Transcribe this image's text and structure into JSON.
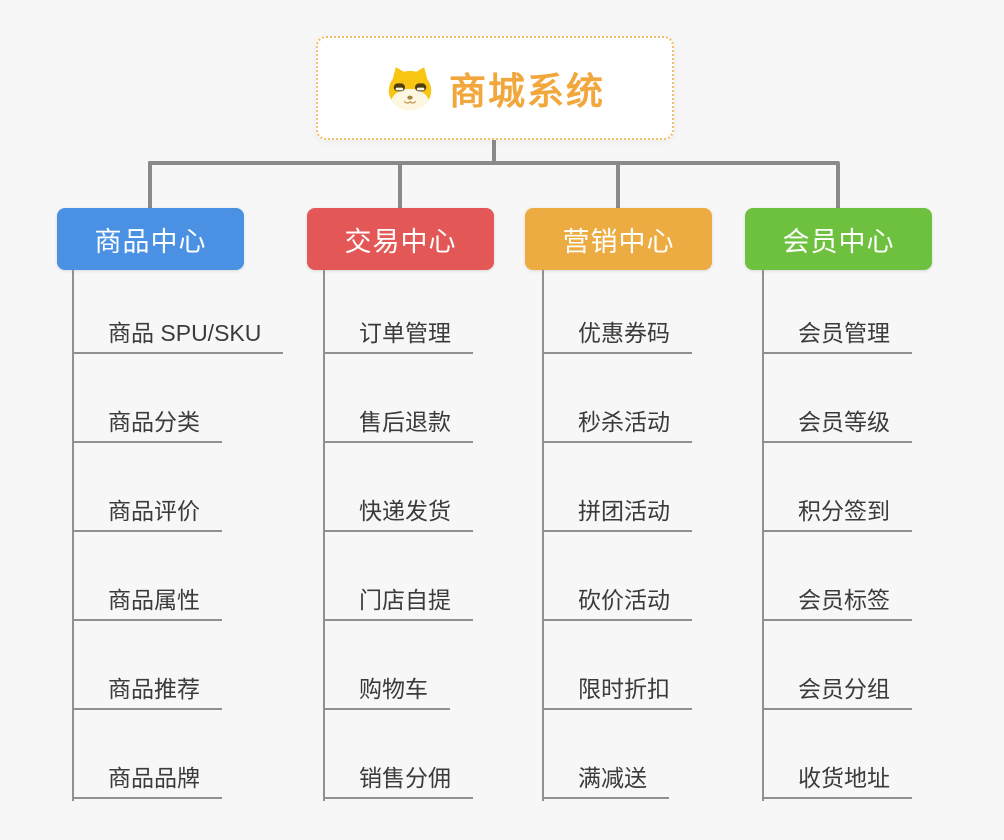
{
  "root": {
    "title": "商城系统",
    "icon": "doge-icon"
  },
  "branches": [
    {
      "label": "商品中心",
      "color": "#4b91e3",
      "items": [
        "商品 SPU/SKU",
        "商品分类",
        "商品评价",
        "商品属性",
        "商品推荐",
        "商品品牌"
      ]
    },
    {
      "label": "交易中心",
      "color": "#e35857",
      "items": [
        "订单管理",
        "售后退款",
        "快递发货",
        "门店自提",
        "购物车",
        "销售分佣"
      ]
    },
    {
      "label": "营销中心",
      "color": "#edac42",
      "items": [
        "优惠券码",
        "秒杀活动",
        "拼团活动",
        "砍价活动",
        "限时折扣",
        "满减送"
      ]
    },
    {
      "label": "会员中心",
      "color": "#6ec13f",
      "items": [
        "会员管理",
        "会员等级",
        "积分签到",
        "会员标签",
        "会员分组",
        "收货地址"
      ]
    }
  ],
  "colors": {
    "background": "#f7f7f7",
    "connector": "#8a8a8a",
    "topic_line": "#909090",
    "root_border": "#f3be6b",
    "root_title": "#f1a73c",
    "item_text": "#3b3b3b"
  }
}
